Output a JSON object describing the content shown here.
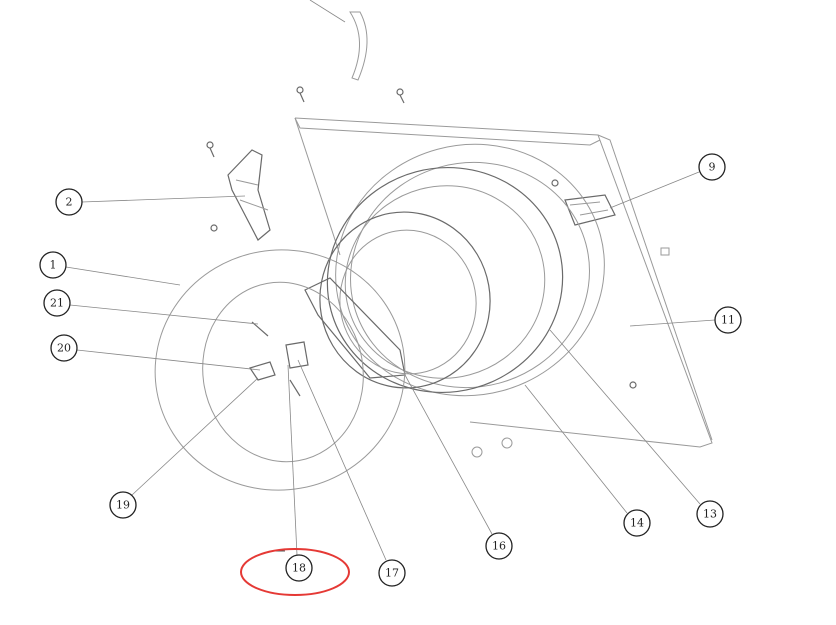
{
  "diagram": {
    "callouts": [
      {
        "label": "9"
      },
      {
        "label": "2"
      },
      {
        "label": "1"
      },
      {
        "label": "21"
      },
      {
        "label": "20"
      },
      {
        "label": "11"
      },
      {
        "label": "19"
      },
      {
        "label": "14"
      },
      {
        "label": "13"
      },
      {
        "label": "16"
      },
      {
        "label": "18"
      },
      {
        "label": "17"
      }
    ],
    "highlight": {
      "target_label": "18",
      "color": "#e53935"
    }
  }
}
